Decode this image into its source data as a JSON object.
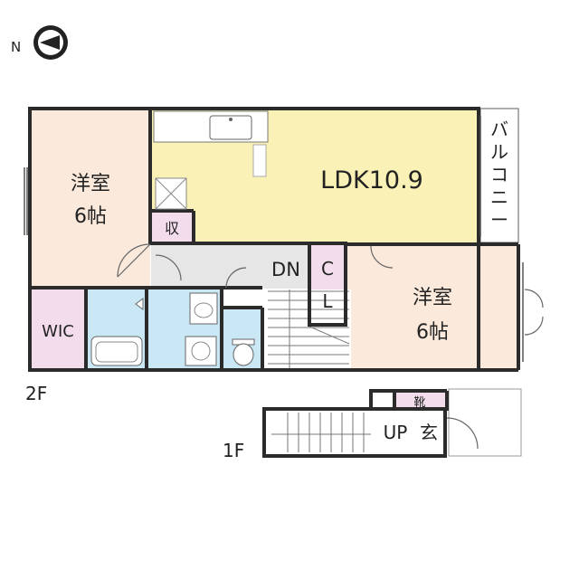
{
  "compass": {
    "north_label": "N",
    "icon": "compass-arrow-icon"
  },
  "floors": {
    "upper": "2F",
    "lower": "1F"
  },
  "rooms": {
    "western_left": {
      "line1": "洋室",
      "line2": "6帖"
    },
    "ldk": "LDK10.9",
    "storage": "収",
    "balcony": [
      "バ",
      "ル",
      "コ",
      "ニ",
      "ー"
    ],
    "dn": "DN",
    "closet": [
      "C",
      "L"
    ],
    "western_right": {
      "line1": "洋室",
      "line2": "6帖"
    },
    "wic": "WIC",
    "shoe": "靴",
    "up": "UP",
    "entrance": "玄"
  },
  "colors": {
    "western_room": "#fbe9dc",
    "ldk": "#faf1b6",
    "wic": "#f3ddec",
    "storage": "#f3ddec",
    "closet": "#f3ddec",
    "wet_area": "#c9e7f5",
    "hall": "#e6e6e6",
    "stairs": "#ffffff"
  }
}
